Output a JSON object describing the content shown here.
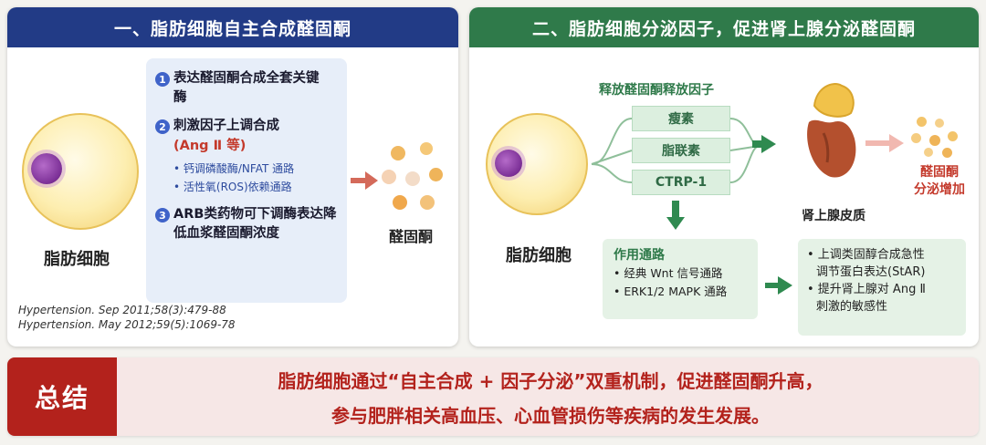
{
  "left_panel": {
    "title": "一、脂肪细胞自主合成醛固酮",
    "cell_label": "脂肪细胞",
    "steps": [
      {
        "num": "1",
        "text": "表达醛固酮合成全套关键酶"
      },
      {
        "num": "2",
        "text": "刺激因子上调合成",
        "highlight": "(Ang Ⅱ 等)",
        "bullets": [
          "• 钙调磷酸酶/NFAT 通路",
          "• 活性氧(ROS)依赖通路"
        ]
      },
      {
        "num": "3",
        "text": "ARB类药物可下调酶表达降低血浆醛固酮浓度"
      }
    ],
    "product_label": "醛固酮",
    "references": [
      "Hypertension. Sep 2011;58(3):479-88",
      "Hypertension. May 2012;59(5):1069-78"
    ]
  },
  "right_panel": {
    "title": "二、脂肪细胞分泌因子，促进肾上腺分泌醛固酮",
    "cell_label": "脂肪细胞",
    "factors_title": "释放醛固酮释放因子",
    "factors": [
      "瘦素",
      "脂联素",
      "CTRP-1"
    ],
    "adrenal_label": "肾上腺皮质",
    "output_label": [
      "醛固酮",
      "分泌增加"
    ],
    "pathway_title": "作用通路",
    "pathways": [
      "• 经典 Wnt 信号通路",
      "• ERK1/2 MAPK 通路"
    ],
    "effects": [
      "• 上调类固醇合成急性",
      "  调节蛋白表达(StAR)",
      "• 提升肾上腺对 Ang Ⅱ",
      "  刺激的敏感性"
    ]
  },
  "summary": {
    "tag": "总结",
    "lines": [
      "脂肪细胞通过“自主合成 + 因子分泌”双重机制，促进醛固酮升高，",
      "参与肥胖相关高血压、心血管损伤等疾病的发生发展。"
    ]
  },
  "colors": {
    "left_header": "#223b86",
    "right_header": "#2f7a4a",
    "summary_red": "#b3221c",
    "accent_red": "#c43a2c"
  }
}
